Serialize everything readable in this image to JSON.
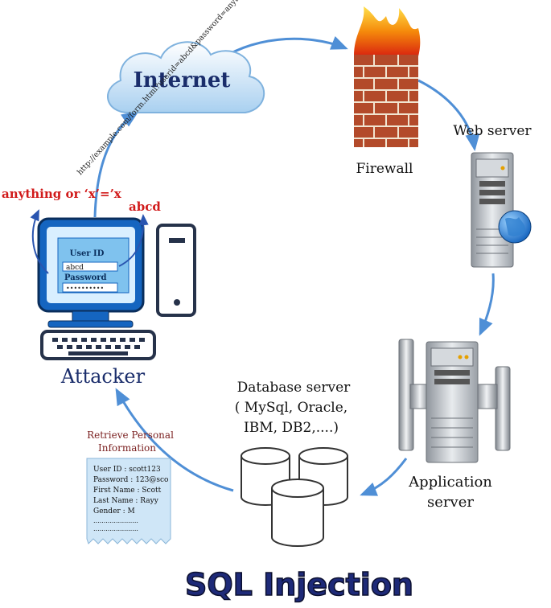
{
  "title": "SQL Injection",
  "nodes": {
    "internet": "Internet",
    "firewall": "Firewall",
    "web_server": "Web server",
    "application_server": [
      "Application",
      "server"
    ],
    "database_server": [
      "Database server",
      "( MySql, Oracle,",
      "IBM, DB2,....)"
    ],
    "attacker": "Attacker"
  },
  "url_text": "http://example.com/form.html?userid=abcd&password=anything or 'x'='x",
  "injection_labels": {
    "password_value": "anything or ‘x’=’x",
    "userid_value": "abcd"
  },
  "login_form": {
    "userid_label": "User ID",
    "userid_value": "abcd",
    "password_label": "Password",
    "password_mask": "••••••••••"
  },
  "retrieve_caption": [
    "Retrieve Personal",
    "Information"
  ],
  "receipt_lines": [
    "User ID : scott123",
    "Password : 123@sco",
    "First Name : Scott",
    "Last Name : Rayy",
    "Gender : M",
    "......................",
    "......................"
  ],
  "colors": {
    "arrow": "#4f8fd6",
    "red_text": "#d11a1a",
    "title_fill": "#1e2a78",
    "monitor_blue": "#1565c0"
  }
}
